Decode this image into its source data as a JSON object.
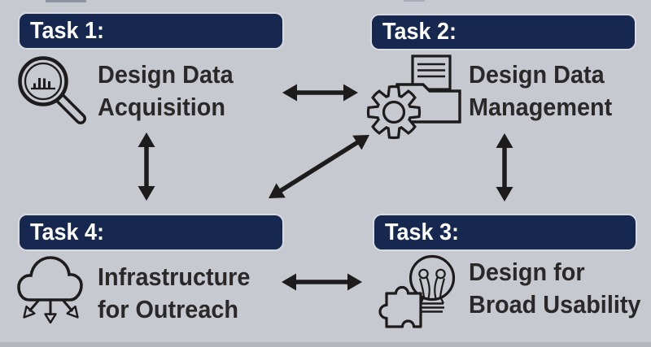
{
  "figure": {
    "background_color": "#c7c9d0",
    "header_bg_color": "#16284f",
    "header_text_color": "#ffffff",
    "body_text_color": "#2b2829",
    "line_color": "#1d1b1c"
  },
  "tasks": [
    {
      "header": "Task 1:",
      "line1": "Design Data",
      "line2": "Acquisition",
      "icon": "magnifier-bar-chart-icon"
    },
    {
      "header": "Task 2:",
      "line1": "Design Data",
      "line2": "Management",
      "icon": "document-folder-gear-icon"
    },
    {
      "header": "Task 3:",
      "line1": "Design for",
      "line2": "Broad Usability",
      "icon": "puzzle-lightbulb-icon"
    },
    {
      "header": "Task 4:",
      "line1": "Infrastructure",
      "line2": "for Outreach",
      "icon": "cloud-distribution-icon"
    }
  ],
  "connections": [
    {
      "from": "Task 1",
      "to": "Task 2",
      "type": "bidirectional"
    },
    {
      "from": "Task 1",
      "to": "Task 4",
      "type": "bidirectional"
    },
    {
      "from": "Task 2",
      "to": "Task 4",
      "type": "bidirectional"
    },
    {
      "from": "Task 2",
      "to": "Task 3",
      "type": "bidirectional"
    },
    {
      "from": "Task 4",
      "to": "Task 3",
      "type": "bidirectional"
    }
  ]
}
